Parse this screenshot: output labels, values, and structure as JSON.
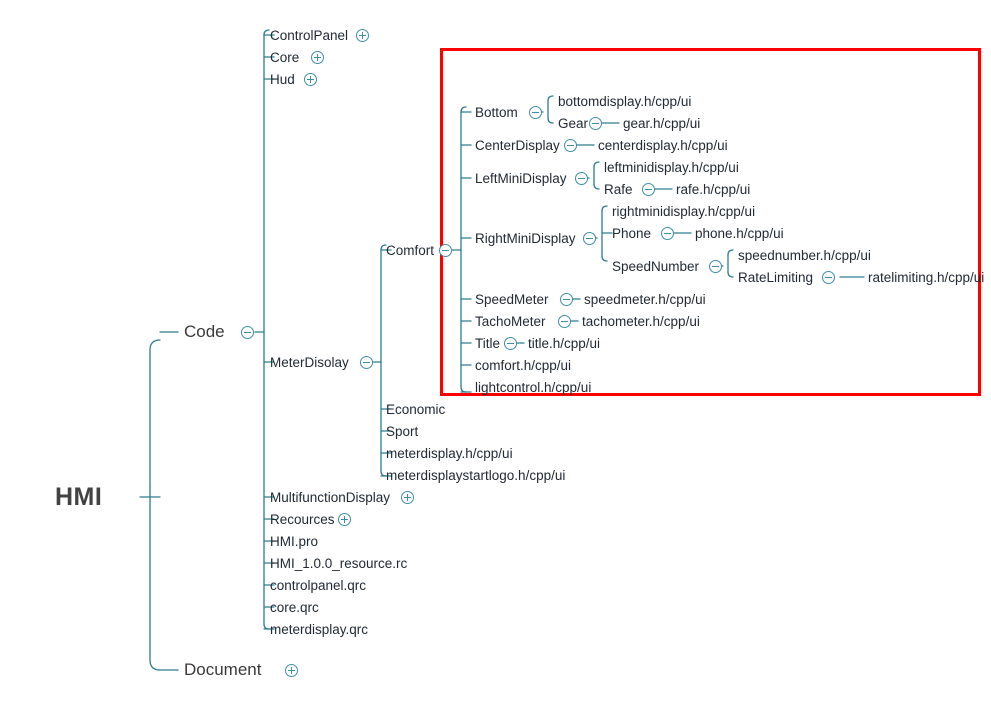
{
  "diagram": {
    "title": "HMI",
    "type": "project-file-tree-mindmap",
    "colors": {
      "branch_line": "#2e7d91",
      "node_text": "#222a35",
      "file_text": "#f01414",
      "root_text": "#434343",
      "expander": "#3f8ea8",
      "highlight_box": "#ff0000",
      "background": "#ffffff"
    },
    "root": {
      "label": "HMI"
    },
    "level1": [
      {
        "label": "Code",
        "expander": "minus"
      },
      {
        "label": "Document",
        "expander": "plus"
      }
    ],
    "code_children": [
      {
        "label": "ControlPanel",
        "kind": "folder",
        "expander": "plus"
      },
      {
        "label": "Core",
        "kind": "folder",
        "expander": "plus"
      },
      {
        "label": "Hud",
        "kind": "folder",
        "expander": "plus"
      },
      {
        "label": "MeterDisolay",
        "kind": "folder",
        "expander": "minus"
      },
      {
        "label": "MultifunctionDisplay",
        "kind": "folder",
        "expander": "plus"
      },
      {
        "label": "Recources",
        "kind": "folder",
        "expander": "plus"
      },
      {
        "label": "HMI.pro",
        "kind": "file"
      },
      {
        "label": "HMI_1.0.0_resource.rc",
        "kind": "file"
      },
      {
        "label": "controlpanel.qrc",
        "kind": "file"
      },
      {
        "label": "core.qrc",
        "kind": "file"
      },
      {
        "label": "meterdisplay.qrc",
        "kind": "file"
      }
    ],
    "meterdisplay_children": [
      {
        "label": "Comfort",
        "kind": "folder",
        "expander": "minus"
      },
      {
        "label": "Economic",
        "kind": "folder"
      },
      {
        "label": "Sport",
        "kind": "folder"
      },
      {
        "label": "meterdisplay.h/cpp/ui",
        "kind": "file"
      },
      {
        "label": "meterdisplaystartlogo.h/cpp/ui",
        "kind": "file"
      }
    ],
    "comfort_children": [
      {
        "label": "Bottom",
        "kind": "folder",
        "expander": "minus"
      },
      {
        "label": "CenterDisplay",
        "kind": "folder",
        "expander": "minus"
      },
      {
        "label": "LeftMiniDisplay",
        "kind": "folder",
        "expander": "minus"
      },
      {
        "label": "RightMiniDisplay",
        "kind": "folder",
        "expander": "minus"
      },
      {
        "label": "SpeedMeter",
        "kind": "folder",
        "expander": "minus"
      },
      {
        "label": "TachoMeter",
        "kind": "folder",
        "expander": "minus"
      },
      {
        "label": "Title",
        "kind": "folder",
        "expander": "minus"
      },
      {
        "label": "comfort.h/cpp/ui",
        "kind": "file"
      },
      {
        "label": "lightcontrol.h/cpp/ui",
        "kind": "file"
      }
    ],
    "bottom_children": [
      {
        "label": "bottomdisplay.h/cpp/ui",
        "kind": "file"
      },
      {
        "label": "Gear",
        "kind": "folder",
        "expander": "minus"
      }
    ],
    "gear_children": [
      {
        "label": "gear.h/cpp/ui",
        "kind": "file"
      }
    ],
    "centerdisplay_children": [
      {
        "label": "centerdisplay.h/cpp/ui",
        "kind": "file"
      }
    ],
    "leftminidisplay_children": [
      {
        "label": "leftminidisplay.h/cpp/ui",
        "kind": "file"
      },
      {
        "label": "Rafe",
        "kind": "folder",
        "expander": "minus"
      }
    ],
    "rafe_children": [
      {
        "label": "rafe.h/cpp/ui",
        "kind": "file"
      }
    ],
    "rightminidisplay_children": [
      {
        "label": "rightminidisplay.h/cpp/ui",
        "kind": "file"
      },
      {
        "label": "Phone",
        "kind": "folder",
        "expander": "minus"
      },
      {
        "label": "SpeedNumber",
        "kind": "folder",
        "expander": "minus"
      }
    ],
    "phone_children": [
      {
        "label": "phone.h/cpp/ui",
        "kind": "file"
      }
    ],
    "speednumber_children": [
      {
        "label": "speednumber.h/cpp/ui",
        "kind": "file"
      },
      {
        "label": "RateLimiting",
        "kind": "folder",
        "expander": "minus"
      }
    ],
    "ratelimiting_children": [
      {
        "label": "ratelimiting.h/cpp/ui",
        "kind": "file"
      }
    ],
    "speedmeter_children": [
      {
        "label": "speedmeter.h/cpp/ui",
        "kind": "file"
      }
    ],
    "tachometer_children": [
      {
        "label": "tachometer.h/cpp/ui",
        "kind": "file"
      }
    ],
    "title_children": [
      {
        "label": "title.h/cpp/ui",
        "kind": "file"
      }
    ]
  }
}
